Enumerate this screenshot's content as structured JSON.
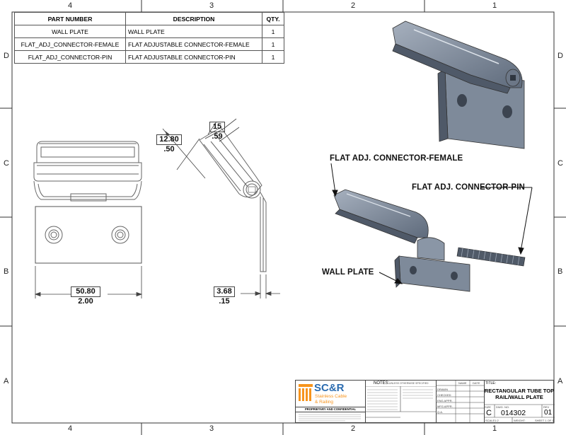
{
  "border": {
    "top_zones": [
      "4",
      "3",
      "2",
      "1"
    ],
    "bottom_zones": [
      "4",
      "3",
      "2",
      "1"
    ],
    "left_zones": [
      "D",
      "C",
      "B",
      "A"
    ],
    "right_zones": [
      "D",
      "C",
      "B",
      "A"
    ]
  },
  "bom": {
    "headers": [
      "PART NUMBER",
      "DESCRIPTION",
      "QTY."
    ],
    "rows": [
      {
        "part": "WALL PLATE",
        "desc": "WALL PLATE",
        "qty": "1"
      },
      {
        "part": "FLAT_ADJ_CONNECTOR-FEMALE",
        "desc": "FLAT ADJUSTABLE CONNECTOR-FEMALE",
        "qty": "1"
      },
      {
        "part": "FLAT_ADJ_CONNECTOR-PIN",
        "desc": "FLAT ADJUSTABLE CONNECTOR-PIN",
        "qty": "1"
      }
    ]
  },
  "dimensions": {
    "width_mm": "50.80",
    "width_in": "2.00",
    "thick_mm": "3.68",
    "thick_in": ".15",
    "angle_a_mm": "12.80",
    "angle_a_in": ".50",
    "angle_b_mm": "15",
    "angle_b_in": ".59"
  },
  "callouts": {
    "female": "FLAT ADJ. CONNECTOR-FEMALE",
    "pin": "FLAT ADJ. CONNECTOR-PIN",
    "wall_plate": "WALL PLATE"
  },
  "title_block": {
    "logo_text": "SC&R",
    "logo_sub1": "Stainless Cable",
    "logo_sub2": "& Railing",
    "proprietary": "PROPRIETARY AND CONFIDENTIAL",
    "notes_label": "NOTES:",
    "notes_sub": "UNLESS OTHERWISE SPECIFIED",
    "title_label": "TITLE:",
    "title_line1": "RECTANGULAR TUBE TOP",
    "title_line2": "RAIL/WALL PLATE",
    "size_label": "SIZE",
    "size": "C",
    "dwg_label": "DWG. NO.",
    "dwg_no": "014302",
    "rev_label": "REV",
    "rev": "01",
    "scale": "SCALE1:2",
    "weight": "WEIGHT:",
    "sheet": "SHEET 1 OF 1",
    "name_label": "NAME",
    "date_label": "DATE",
    "drawn": "DRAWN",
    "checked": "CHECKED",
    "eng_appr": "ENG APPR.",
    "mfg_appr": "MFG APPR.",
    "qa": "Q.A."
  },
  "colors": {
    "part_fill": "#7e8a9a",
    "part_light": "#a6b0be",
    "part_dark": "#4f5968",
    "logo_orange": "#f7941d",
    "logo_blue": "#2b6cb0"
  }
}
